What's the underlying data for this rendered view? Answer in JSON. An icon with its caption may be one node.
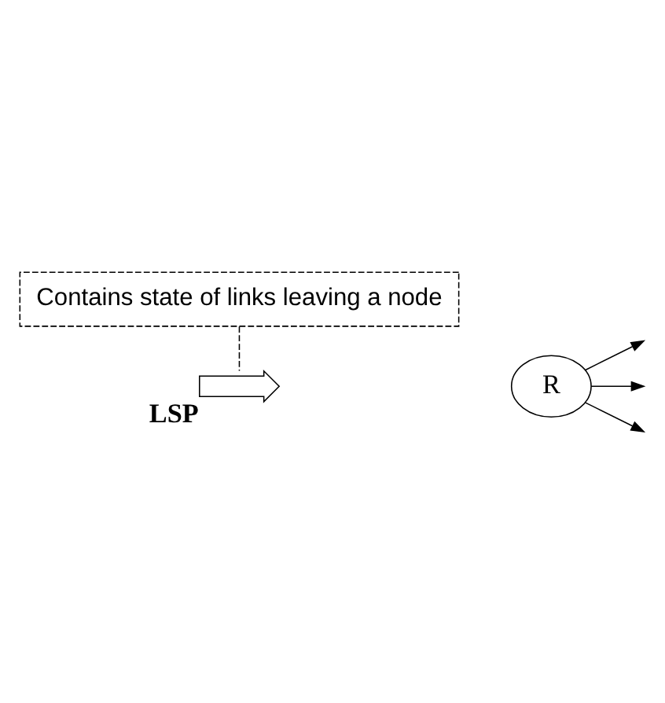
{
  "diagram": {
    "nodes": [
      {
        "text": [
          "Contains state of links leaving a node"
        ]
      },
      {
        "text": [],
        "shape": "arrow",
        "beside": [
          "LSP"
        ]
      },
      {
        "text": [
          "R"
        ]
      }
    ],
    "edges": [
      {
        "from": 0,
        "to": 1,
        "arrow": "none",
        "style": "dashed"
      },
      {
        "from": 2,
        "to": null,
        "arrow": "to"
      },
      {
        "from": 2,
        "to": null,
        "arrow": "to"
      },
      {
        "from": 2,
        "to": null,
        "arrow": "to"
      }
    ]
  }
}
